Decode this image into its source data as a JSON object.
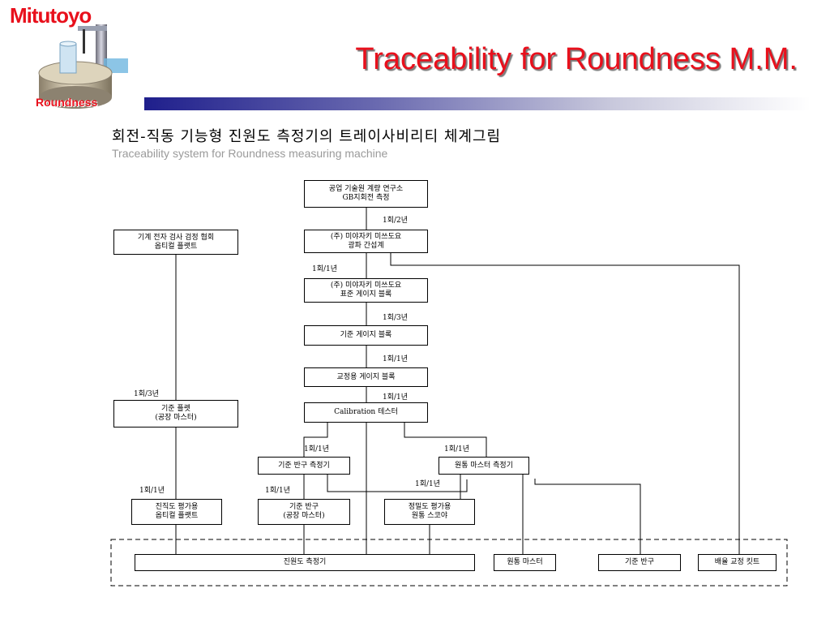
{
  "header": {
    "brand": "Mitutoyo",
    "logo_word": "Roundness",
    "title": "Traceability for Roundness M.M."
  },
  "subtitle": {
    "korean": "회전-직동 기능형 진원도 측정기의 트레이사비리티 체계그림",
    "english": "Traceability system for Roundness measuring machine"
  },
  "nodes": {
    "national_lab": "공업 기술원 계량 연구소\nGB지회전 측정",
    "machinery_assoc": "기계 전자 검사 검정 협회\n옵티컬 플랫트",
    "mitutoyo_optical": "(주) 미야자키 미쓰도요\n광파 간섭계",
    "mitutoyo_gauge": "(주) 미야자키 미쓰도요\n표준 게이지 블록",
    "ref_gauge_block": "기준 게이지 블록",
    "calib_gauge_block": "교정용 게이지 블록",
    "calibration_tester": "Calibration 테스터",
    "ref_flat": "기준 플렛\n(공장 마스터)",
    "ref_hemisphere_gauge": "기준 반구 측정기",
    "cylinder_master_gauge": "원통 마스터 측정기",
    "straightness_flat": "진직도 평가용\n옵티컬 플랫트",
    "ref_hemisphere": "기준 반구\n(공장 마스터)",
    "cylindricity_square": "정밀도 평가용\n원통 스코야",
    "roundness_machine": "진원도 측정기",
    "cylinder_master": "원통 마스터",
    "hemisphere": "기준 반구",
    "calib_kit": "배율 교정 킷트"
  },
  "intervals": {
    "a": "1회/2년",
    "b": "1회/1년",
    "c": "1회/3년",
    "d": "1회/1년",
    "e": "1회/1년",
    "f": "1회/3년",
    "g": "1회/1년",
    "h": "1회/1년",
    "i": "1회/1년",
    "j": "1회/1년",
    "k": "1회/1년"
  },
  "colors": {
    "brand_red": "#e8101c",
    "band_dark": "#1f1f8c",
    "subtitle_gray": "#9a9a9a"
  }
}
